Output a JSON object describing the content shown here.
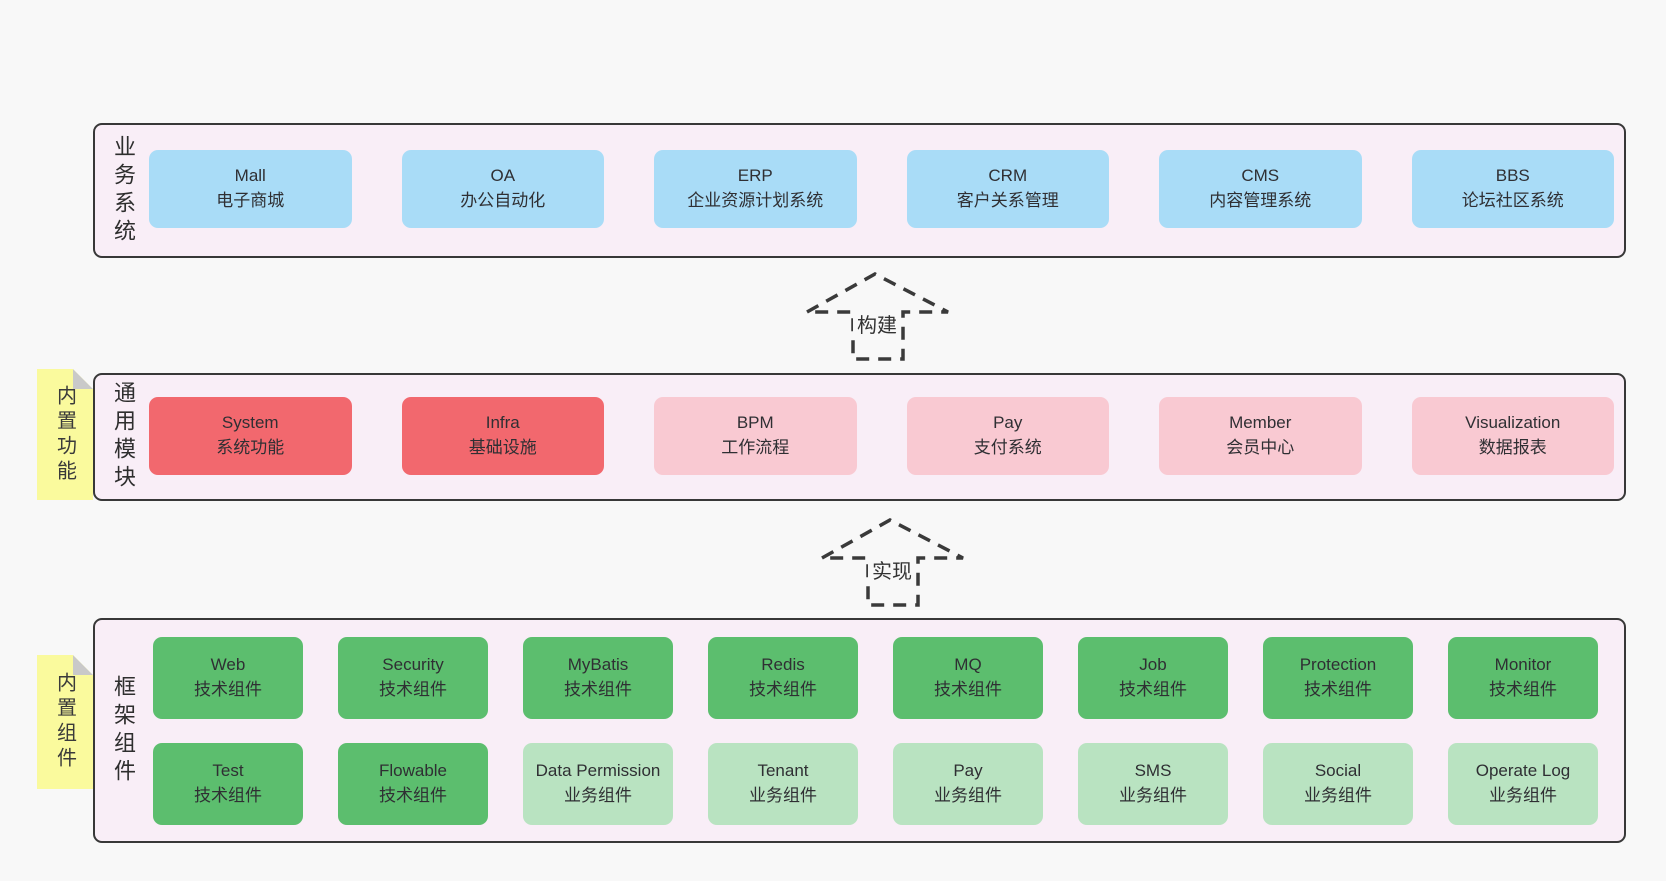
{
  "layers": [
    {
      "label": "业务系统",
      "boxes": [
        {
          "en": "Mall",
          "zh": "电子商城"
        },
        {
          "en": "OA",
          "zh": "办公自动化"
        },
        {
          "en": "ERP",
          "zh": "企业资源计划系统"
        },
        {
          "en": "CRM",
          "zh": "客户关系管理"
        },
        {
          "en": "CMS",
          "zh": "内容管理系统"
        },
        {
          "en": "BBS",
          "zh": "论坛社区系统"
        }
      ]
    },
    {
      "label": "通用模块",
      "tag": "内置功能",
      "boxes": [
        {
          "en": "System",
          "zh": "系统功能"
        },
        {
          "en": "Infra",
          "zh": "基础设施"
        },
        {
          "en": "BPM",
          "zh": "工作流程"
        },
        {
          "en": "Pay",
          "zh": "支付系统"
        },
        {
          "en": "Member",
          "zh": "会员中心"
        },
        {
          "en": "Visualization",
          "zh": "数据报表"
        }
      ]
    },
    {
      "label": "框架组件",
      "tag": "内置组件",
      "rows": [
        [
          {
            "en": "Web",
            "zh": "技术组件"
          },
          {
            "en": "Security",
            "zh": "技术组件"
          },
          {
            "en": "MyBatis",
            "zh": "技术组件"
          },
          {
            "en": "Redis",
            "zh": "技术组件"
          },
          {
            "en": "MQ",
            "zh": "技术组件"
          },
          {
            "en": "Job",
            "zh": "技术组件"
          },
          {
            "en": "Protection",
            "zh": "技术组件"
          },
          {
            "en": "Monitor",
            "zh": "技术组件"
          }
        ],
        [
          {
            "en": "Test",
            "zh": "技术组件"
          },
          {
            "en": "Flowable",
            "zh": "技术组件"
          },
          {
            "en": "Data Permission",
            "zh": "业务组件"
          },
          {
            "en": "Tenant",
            "zh": "业务组件"
          },
          {
            "en": "Pay",
            "zh": "业务组件"
          },
          {
            "en": "SMS",
            "zh": "业务组件"
          },
          {
            "en": "Social",
            "zh": "业务组件"
          },
          {
            "en": "Operate Log",
            "zh": "业务组件"
          }
        ]
      ]
    }
  ],
  "arrows": [
    {
      "label": "构建"
    },
    {
      "label": "实现"
    }
  ],
  "colors": {
    "page_bg": "#f8f8f8",
    "band_bg": "#f9eef7",
    "band_border": "#383838",
    "blue_box": "#a9dcf7",
    "red_box": "#f2686e",
    "pink_box": "#f9c9d2",
    "green_box": "#5cbe6e",
    "light_green_box": "#b9e3c1",
    "tag_bg": "#fafa9d",
    "tag_fold": "#c9c9c9",
    "text": "#333333"
  }
}
